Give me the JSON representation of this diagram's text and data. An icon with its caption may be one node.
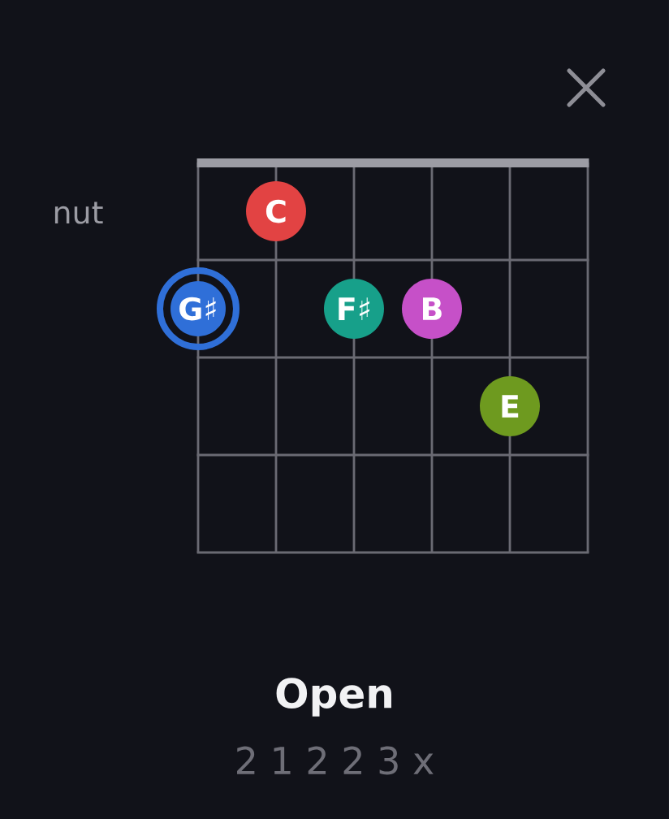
{
  "diagram": {
    "title": "Open",
    "nodes": [
      {
        "text": [
          "C"
        ]
      },
      {
        "text": [
          "G♯"
        ]
      },
      {
        "text": [
          "F♯"
        ]
      },
      {
        "text": [
          "B"
        ]
      },
      {
        "text": [
          "E"
        ]
      }
    ],
    "labels": [
      "nut",
      "2 1 2 2 3 x"
    ]
  }
}
